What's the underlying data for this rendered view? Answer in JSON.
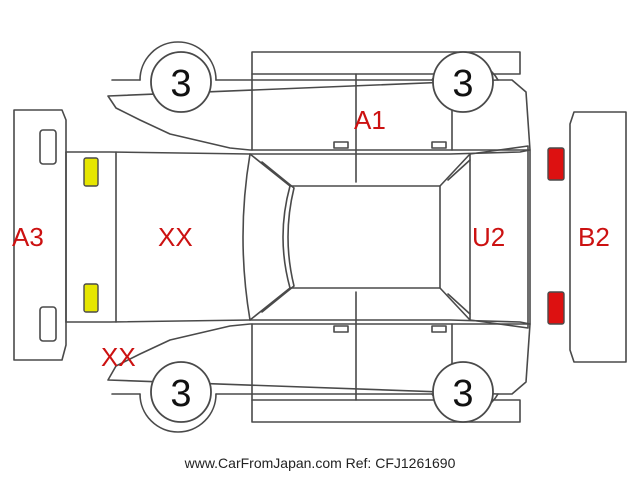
{
  "damage_codes": {
    "roof": "A1",
    "front_bumper": "A3",
    "hood": "XX",
    "front_left_corner": "XX",
    "rear_window": "U2",
    "rear_bumper": "B2"
  },
  "wheels": {
    "front_left": "3",
    "rear_left": "3",
    "front_right": "3",
    "rear_right": "3"
  },
  "markers": {
    "headlight_color": "#e6e600",
    "taillight_color": "#dd1111",
    "damage_text_color": "#cc1111"
  },
  "footer": {
    "text": "www.CarFromJapan.com Ref: CFJ1261690"
  }
}
